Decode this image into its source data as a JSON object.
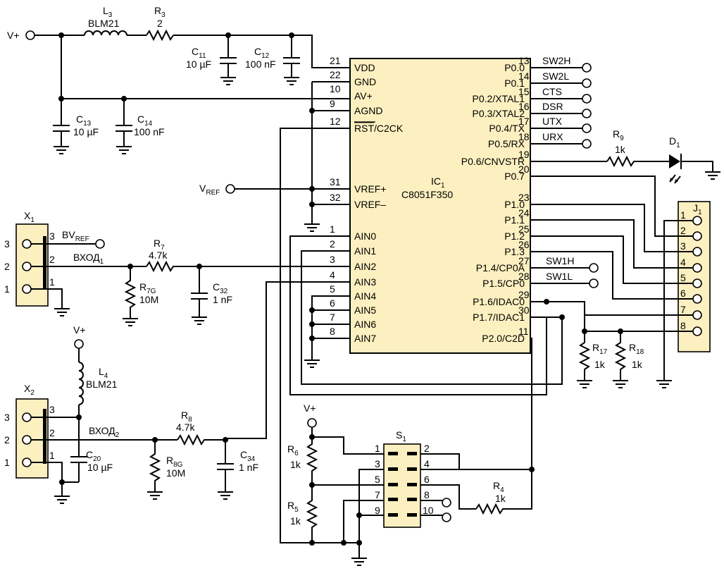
{
  "ic": {
    "ref": "IC",
    "ref_sub": "1",
    "part": "C8051F350",
    "left_pins": [
      {
        "num": "21",
        "name": "VDD"
      },
      {
        "num": "22",
        "name": "GND"
      },
      {
        "num": "10",
        "name": "AV+"
      },
      {
        "num": "9",
        "name": "AGND"
      },
      {
        "num": "12",
        "name": "/C2CK",
        "overbar": "RST"
      },
      {
        "num": "31",
        "name": "VREF+"
      },
      {
        "num": "32",
        "name": "VREF–"
      },
      {
        "num": "1",
        "name": "AIN0"
      },
      {
        "num": "2",
        "name": "AIN1"
      },
      {
        "num": "3",
        "name": "AIN2"
      },
      {
        "num": "4",
        "name": "AIN3"
      },
      {
        "num": "5",
        "name": "AIN4"
      },
      {
        "num": "6",
        "name": "AIN5"
      },
      {
        "num": "7",
        "name": "AIN6"
      },
      {
        "num": "8",
        "name": "AIN7"
      }
    ],
    "right_pins": [
      {
        "num": "13",
        "name": "P0.0",
        "net": "SW2H"
      },
      {
        "num": "14",
        "name": "P0.1",
        "net": "SW2L"
      },
      {
        "num": "15",
        "name": "P0.2/XTAL1",
        "net": "CTS"
      },
      {
        "num": "16",
        "name": "P0.3/XTAL2",
        "net": "DSR"
      },
      {
        "num": "17",
        "name": "P0.4/TX",
        "net": "UTX"
      },
      {
        "num": "18",
        "name": "P0.5/RX",
        "net": "URX"
      },
      {
        "num": "19",
        "name": "P0.6/CNVSTR",
        "net": ""
      },
      {
        "num": "20",
        "name": "P0.7",
        "net": ""
      },
      {
        "num": "23",
        "name": "P1.0",
        "net": ""
      },
      {
        "num": "24",
        "name": "P1.1",
        "net": ""
      },
      {
        "num": "25",
        "name": "P1.2",
        "net": ""
      },
      {
        "num": "26",
        "name": "P1.3",
        "net": ""
      },
      {
        "num": "27",
        "name": "P1.4/CP0A",
        "net": "SW1H"
      },
      {
        "num": "28",
        "name": "P1.5/CP0",
        "net": "SW1L"
      },
      {
        "num": "29",
        "name": "P1.6/IDAC0",
        "net": ""
      },
      {
        "num": "30",
        "name": "P1.7/IDAC1",
        "net": ""
      },
      {
        "num": "11",
        "name": "P2.0/C2D",
        "net": ""
      }
    ]
  },
  "labels": {
    "vplus": "V+",
    "vref": "V",
    "vref_sub": "REF",
    "bvref": "BV",
    "bvref_sub": "REF",
    "vhod1": "ВХОД",
    "vhod1_sub": "1",
    "vhod2": "ВХОД",
    "vhod2_sub": "2"
  },
  "components": {
    "l3": {
      "ref": "L",
      "sub": "3",
      "value": "BLM21"
    },
    "r3": {
      "ref": "R",
      "sub": "3",
      "value": "2"
    },
    "c11": {
      "ref": "C",
      "sub": "11",
      "value": "10 µF"
    },
    "c12": {
      "ref": "C",
      "sub": "12",
      "value": "100 nF"
    },
    "c13": {
      "ref": "C",
      "sub": "13",
      "value": "10 µF"
    },
    "c14": {
      "ref": "C",
      "sub": "14",
      "value": "100 nF"
    },
    "r7": {
      "ref": "R",
      "sub": "7",
      "value": "4.7k"
    },
    "r7g": {
      "ref": "R",
      "sub": "7G",
      "value": "10M"
    },
    "c32": {
      "ref": "C",
      "sub": "32",
      "value": "1 nF"
    },
    "l4": {
      "ref": "L",
      "sub": "4",
      "value": "BLM21"
    },
    "c20": {
      "ref": "C",
      "sub": "20",
      "value": "10 µF"
    },
    "r8": {
      "ref": "R",
      "sub": "8",
      "value": "4.7k"
    },
    "r8g": {
      "ref": "R",
      "sub": "8G",
      "value": "10M"
    },
    "c34": {
      "ref": "C",
      "sub": "34",
      "value": "1 nF"
    },
    "r6": {
      "ref": "R",
      "sub": "6",
      "value": "1k"
    },
    "r5": {
      "ref": "R",
      "sub": "5",
      "value": "1k"
    },
    "r4": {
      "ref": "R",
      "sub": "4",
      "value": "1k"
    },
    "r9": {
      "ref": "R",
      "sub": "9",
      "value": "1k"
    },
    "d1": {
      "ref": "D",
      "sub": "1"
    },
    "r17": {
      "ref": "R",
      "sub": "17",
      "value": "1k"
    },
    "r18": {
      "ref": "R",
      "sub": "18",
      "value": "1k"
    },
    "s1": {
      "ref": "S",
      "sub": "1",
      "pins": [
        "1",
        "2",
        "3",
        "4",
        "5",
        "6",
        "7",
        "8",
        "9",
        "10"
      ]
    },
    "x1": {
      "ref": "X",
      "sub": "1",
      "pins_outer": [
        "3",
        "2",
        "1"
      ],
      "pins_inner": [
        "3",
        "2",
        "1"
      ]
    },
    "x2": {
      "ref": "X",
      "sub": "2",
      "pins_outer": [
        "3",
        "2",
        "1"
      ],
      "pins_inner": [
        "3",
        "2",
        "1"
      ]
    },
    "j1": {
      "ref": "J",
      "sub": "1",
      "pins": [
        "1",
        "2",
        "3",
        "4",
        "5",
        "6",
        "7",
        "8"
      ]
    }
  },
  "colors": {
    "box_fill": "#fdf0c0",
    "line": "#000000"
  }
}
